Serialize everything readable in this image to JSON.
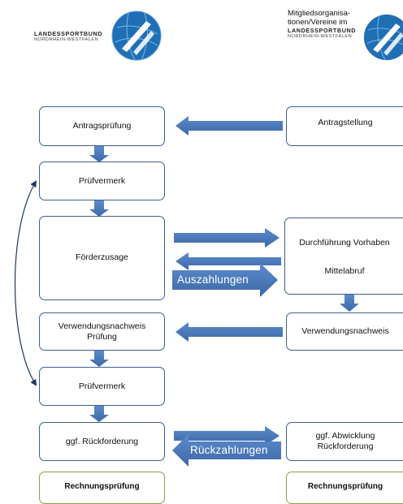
{
  "header": {
    "left_logo": {
      "line1": "LANDESSPORTBUND",
      "line2": "NORDRHEIN-WESTFALEN"
    },
    "right_logo": {
      "org_line1": "Mitgliedsorganisa-",
      "org_line2": "tionen/Vereine im",
      "line1": "LANDESSPORTBUND",
      "line2": "NORDRHEIN-WESTFALEN"
    }
  },
  "left_column": {
    "antragspruefung": "Antragsprüfung",
    "pruefvermerk_1": "Prüfvermerk",
    "foerderzusage": "Förderzusage",
    "verwendungsnachweis_pruefung_line1": "Verwendungsnachweis",
    "verwendungsnachweis_pruefung_line2": "Prüfung",
    "pruefvermerk_2": "Prüfvermerk",
    "rueckforderung": "ggf. Rückforderung",
    "rechnungspruefung": "Rechnungsprüfung"
  },
  "right_column": {
    "antragstellung": "Antragstellung",
    "durchfuehrung": "Durchführung Vorhaben",
    "mittelabruf": "Mittelabruf",
    "verwendungsnachweis": "Verwendungsnachweis",
    "abwicklung_line1": "ggf. Abwicklung",
    "abwicklung_line2": "Rückforderung",
    "rechnungspruefung": "Rechnungsprüfung"
  },
  "arrows": {
    "auszahlungen": "Auszahlungen",
    "rueckzahlungen": "Rückzahlungen"
  },
  "colors": {
    "box_border": "#3e5f93",
    "arrow_fill": "#4a78b8",
    "green_border": "#8aa04a",
    "logo_blue": "#1f6fb5"
  },
  "icons": [
    "lsb-logo-icon",
    "lsb-logo-icon"
  ]
}
